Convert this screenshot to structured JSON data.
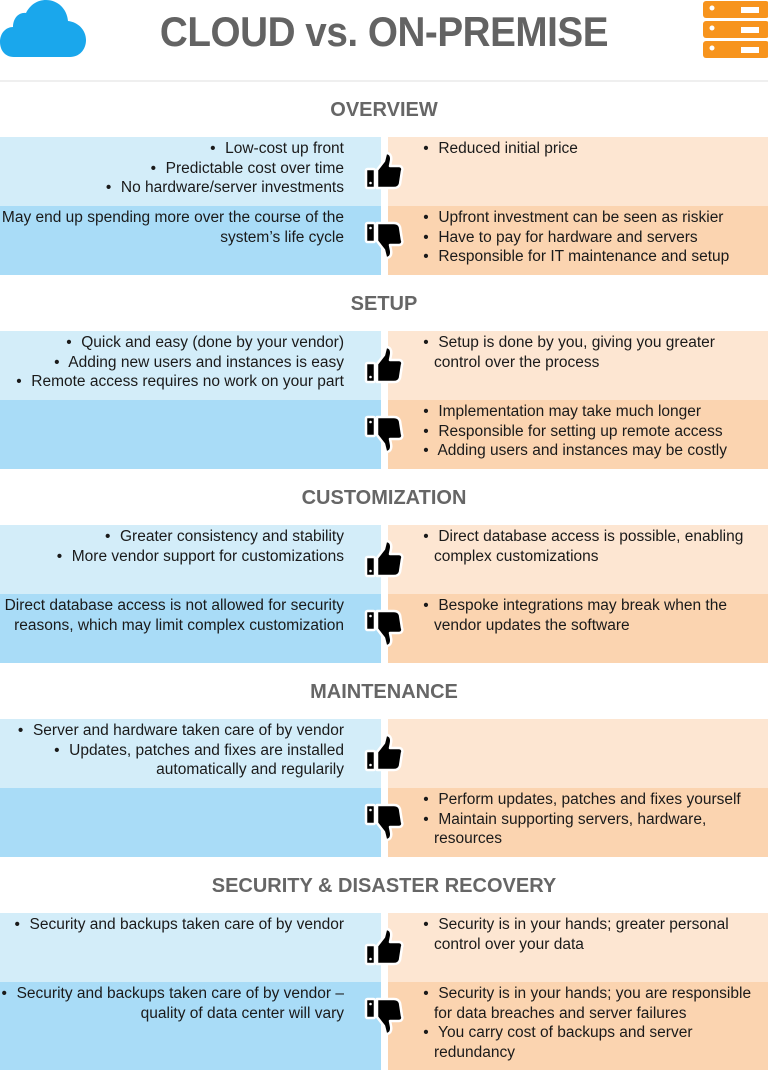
{
  "header": {
    "title": "CLOUD vs. ON-PREMISE",
    "left_icon": "cloud-icon",
    "right_icon": "server-icon",
    "colors": {
      "cloud": "#1aa7ec",
      "server": "#f7941d",
      "title": "#636363"
    }
  },
  "colors": {
    "cloud_pro_bg": "#d3edf9",
    "cloud_con_bg": "#a9dcf7",
    "onprem_pro_bg": "#fde6d2",
    "onprem_con_bg": "#fbd4b0"
  },
  "sections": [
    {
      "title": "OVERVIEW",
      "cloud_pros": [
        "Low-cost up front",
        "Predictable cost over time",
        "No hardware/server investments"
      ],
      "onprem_pros": [
        "Reduced initial price"
      ],
      "cloud_cons": [
        "May end up spending more over the course of the system’s life cycle"
      ],
      "onprem_cons": [
        "Upfront investment can be seen as riskier",
        "Have to pay for hardware and servers",
        "Responsible for IT maintenance and setup"
      ]
    },
    {
      "title": "SETUP",
      "cloud_pros": [
        "Quick and easy (done by your vendor)",
        "Adding new users and instances is easy",
        "Remote access requires no work on your part"
      ],
      "onprem_pros": [
        "Setup is done by you, giving you greater control over the process"
      ],
      "cloud_cons": [],
      "onprem_cons": [
        "Implementation may take much longer",
        "Responsible for setting up remote access",
        "Adding users and instances may be costly"
      ]
    },
    {
      "title": "CUSTOMIZATION",
      "cloud_pros": [
        "Greater consistency and stability",
        "More vendor support for customizations"
      ],
      "onprem_pros": [
        "Direct database access is possible, enabling complex customizations"
      ],
      "cloud_cons": [
        "Direct database access is not allowed for security reasons, which may limit complex customization"
      ],
      "onprem_cons": [
        "Bespoke integrations may break when the vendor updates the software"
      ]
    },
    {
      "title": "MAINTENANCE",
      "cloud_pros": [
        "Server and hardware taken care of by vendor",
        "Updates, patches and fixes are installed automatically and regularily"
      ],
      "onprem_pros": [],
      "cloud_cons": [],
      "onprem_cons": [
        "Perform updates, patches and fixes yourself",
        "Maintain supporting servers, hardware, resources"
      ]
    },
    {
      "title": "SECURITY & DISASTER RECOVERY",
      "cloud_pros": [
        "Security and backups taken care of by vendor"
      ],
      "onprem_pros": [
        "Security is in your hands; greater personal control over your data"
      ],
      "cloud_cons": [
        "Security and backups taken care of by vendor – quality of data center will vary"
      ],
      "onprem_cons": [
        "Security is in your hands; you are responsible for data breaches and server failures",
        "You carry cost of backups and server redundancy"
      ]
    }
  ],
  "icons": {
    "pro": "thumbs-up-icon",
    "con": "thumbs-down-icon"
  }
}
